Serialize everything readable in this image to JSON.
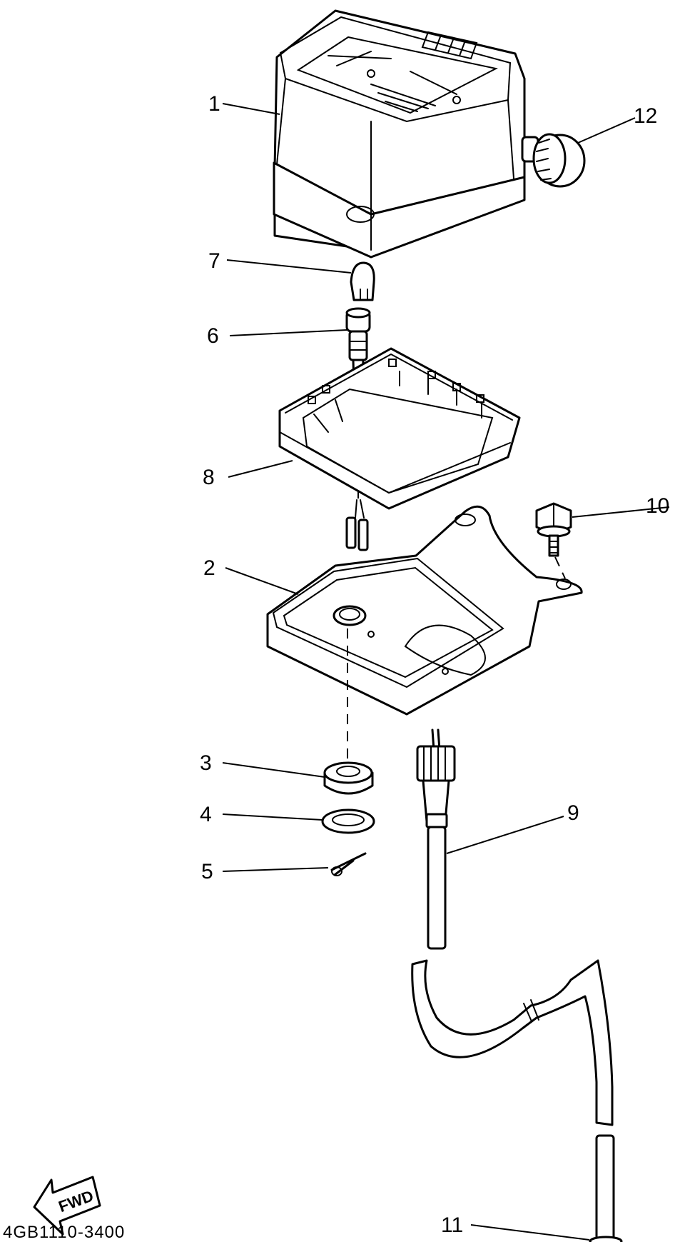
{
  "callouts": {
    "c1": "1",
    "c2": "2",
    "c3": "3",
    "c4": "4",
    "c5": "5",
    "c6": "6",
    "c7": "7",
    "c8": "8",
    "c9": "9",
    "c10": "10",
    "c11": "11",
    "c12": "12"
  },
  "direction_label": "FWD",
  "drawing_code": "4GB1110-3400"
}
